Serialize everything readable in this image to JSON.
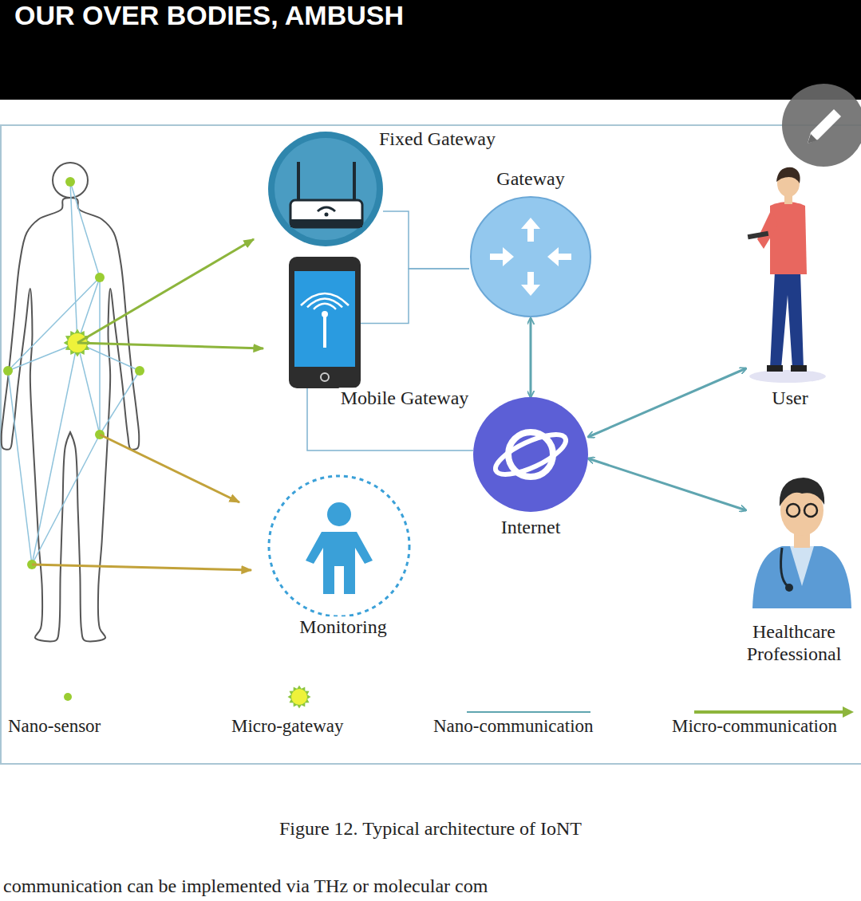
{
  "diagram": {
    "caption": "Figure 12. Typical architecture of IoNT",
    "nodes": [
      {
        "text": [
          "Fixed Gateway"
        ]
      },
      {
        "text": [
          "Gateway"
        ]
      },
      {
        "text": [
          "Mobile Gateway"
        ]
      },
      {
        "text": [
          "User"
        ]
      },
      {
        "text": [
          "Internet"
        ]
      },
      {
        "text": [
          "Monitoring"
        ]
      },
      {
        "text": [
          "Healthcare Professional"
        ]
      }
    ],
    "edges": [
      {
        "from": 0,
        "to": 1,
        "arrow": "none"
      },
      {
        "from": 2,
        "to": 1,
        "arrow": "none"
      },
      {
        "from": 1,
        "to": 4,
        "arrow": "both"
      },
      {
        "from": 2,
        "to": 4,
        "arrow": "none"
      },
      {
        "from": 4,
        "to": 3,
        "arrow": "both"
      },
      {
        "from": 4,
        "to": 6,
        "arrow": "both"
      }
    ],
    "labels": [
      "OUR OVER BODIES, AMBUSH",
      "communication can be implemented via THz or molecular com"
    ],
    "legend": [
      {
        "text": "Nano-sensor"
      },
      {
        "text": "Micro-gateway"
      },
      {
        "text": "Nano-communication"
      },
      {
        "text": "Micro-communication"
      }
    ]
  }
}
